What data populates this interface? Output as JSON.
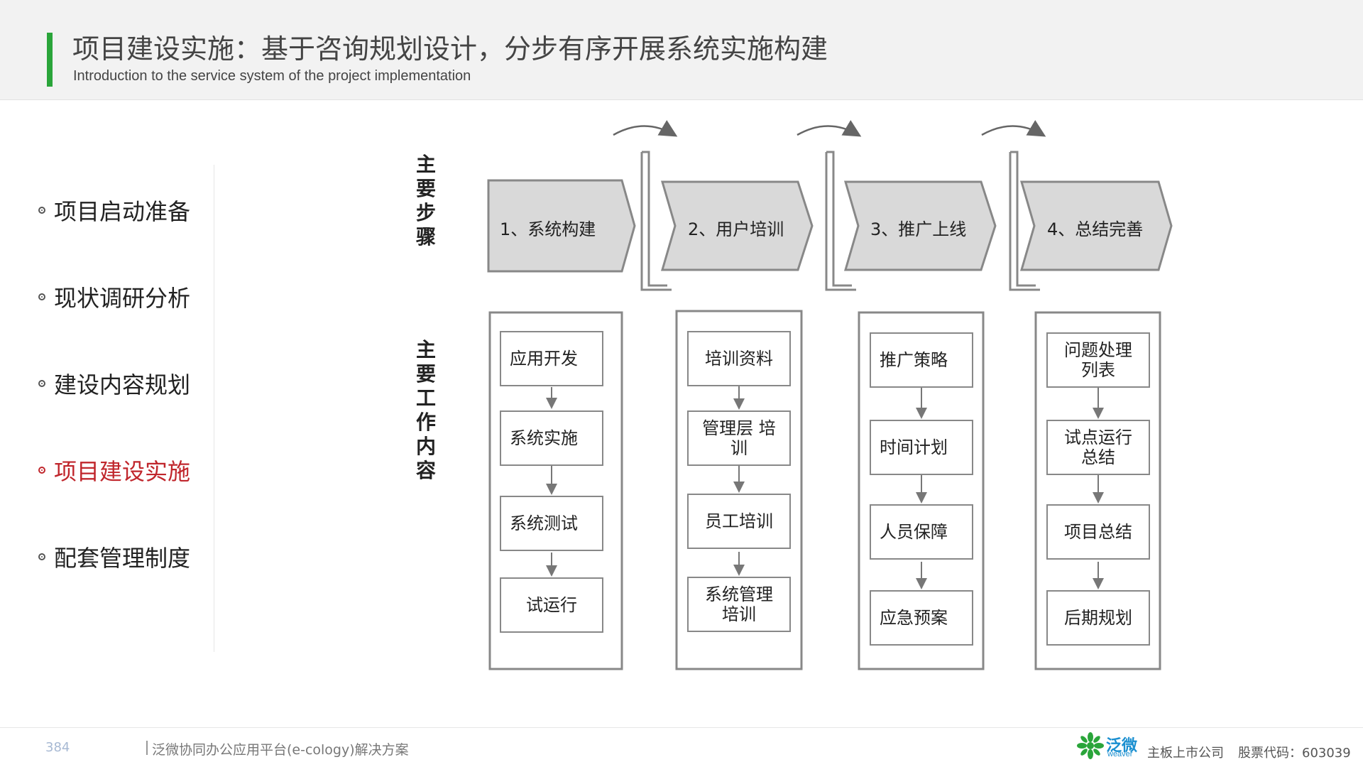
{
  "header": {
    "title": "项目建设实施：基于咨询规划设计，分步有序开展系统实施构建",
    "subtitle": "Introduction to the service system of the project implementation"
  },
  "nav": {
    "items": [
      {
        "label": "项目启动准备",
        "active": false
      },
      {
        "label": "现状调研分析",
        "active": false
      },
      {
        "label": "建设内容规划",
        "active": false
      },
      {
        "label": "项目建设实施",
        "active": true
      },
      {
        "label": "配套管理制度",
        "active": false
      }
    ]
  },
  "diagram": {
    "steps_label": [
      "主",
      "要",
      "步",
      "骤"
    ],
    "work_label": [
      "主",
      "要",
      "工",
      "作",
      "内",
      "容"
    ],
    "steps": [
      "1、系统构建",
      "2、用户培训",
      "3、推广上线",
      "4、总结完善"
    ],
    "columns": [
      [
        "应用开发",
        "系统实施",
        "系统测试",
        "试运行"
      ],
      [
        "培训资料",
        "管理层  培\n训",
        "员工培训",
        "系统管理\n培训"
      ],
      [
        "推广策略",
        "时间计划",
        "人员保障",
        "应急预案"
      ],
      [
        "问题处理\n列表",
        "试点运行\n总结",
        "项目总结",
        "后期规划"
      ]
    ]
  },
  "footer": {
    "page_number": "384",
    "title": "泛微协同办公应用平台(e-cology)解决方案",
    "brand_name": "泛微",
    "brand_sub": "weaver",
    "listed": "主板上市公司",
    "stock": "股票代码：603039"
  },
  "colors": {
    "accent_green": "#2aa53a",
    "active_red": "#c0262c",
    "step_fill": "#d9d9d9",
    "border_gray": "#888888"
  }
}
